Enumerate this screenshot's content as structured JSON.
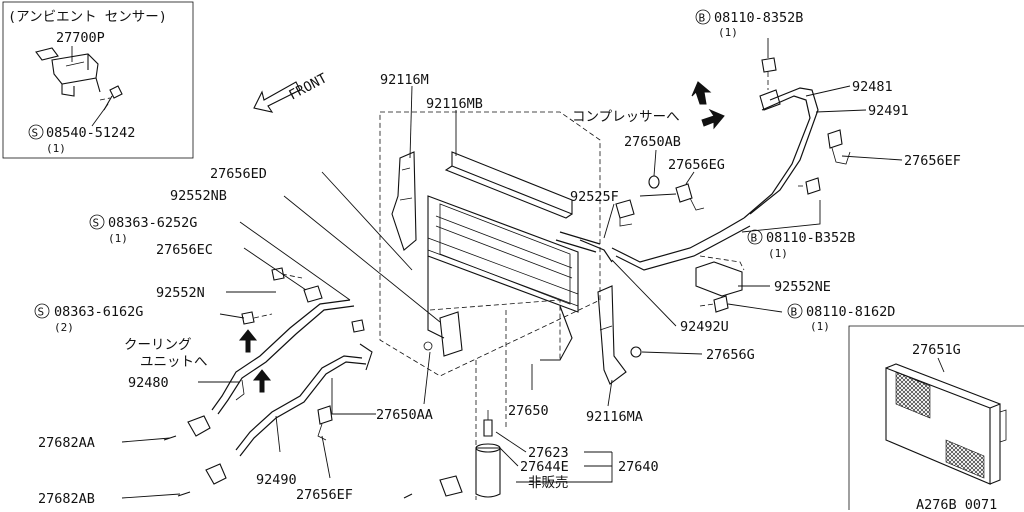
{
  "inset_sensor": {
    "title": "(アンビエント センサー)",
    "part": "27700P",
    "screw": "08540-51242",
    "screw_prefix": "S",
    "screw_qty": "(1)"
  },
  "front_label": "FRONT",
  "inset_condenser": {
    "part": "27651G"
  },
  "figure_code": "A276B 0071",
  "notes": {
    "compressor": "コンプレッサーへ",
    "cooling_unit_1": "クーリング",
    "cooling_unit_2": "ユニットへ",
    "not_for_sale": "非販売"
  },
  "labels": {
    "p92116M": "92116M",
    "p92116MB": "92116MB",
    "p27656ED": "27656ED",
    "p92552NB": "92552NB",
    "s08363_6252G": "08363-6252G",
    "s08363_6252G_qty": "(1)",
    "p27656EC": "27656EC",
    "p92552N": "92552N",
    "s08363_6162G": "08363-6162G",
    "s08363_6162G_qty": "(2)",
    "p92480": "92480",
    "p27682AA": "27682AA",
    "p27682AB": "27682AB",
    "p92490": "92490",
    "p27656EF_bottom": "27656EF",
    "p27650AA": "27650AA",
    "p27650": "27650",
    "p92116MA": "92116MA",
    "p27623": "27623",
    "p27644E": "27644E",
    "p27640": "27640",
    "b08110_8352B": "08110-8352B",
    "b08110_8352B_qty": "(1)",
    "p92481": "92481",
    "p92491": "92491",
    "p27650AB": "27650AB",
    "p27656EG": "27656EG",
    "p27656EF_top": "27656EF",
    "p92525F": "92525F",
    "b08110_B352B": "08110-B352B",
    "b08110_B352B_qty": "(1)",
    "p92552NE": "92552NE",
    "b08110_8162D": "08110-8162D",
    "b08110_8162D_qty": "(1)",
    "p92492U": "92492U",
    "p27656G": "27656G"
  },
  "prefix_s": "S",
  "prefix_b": "B"
}
